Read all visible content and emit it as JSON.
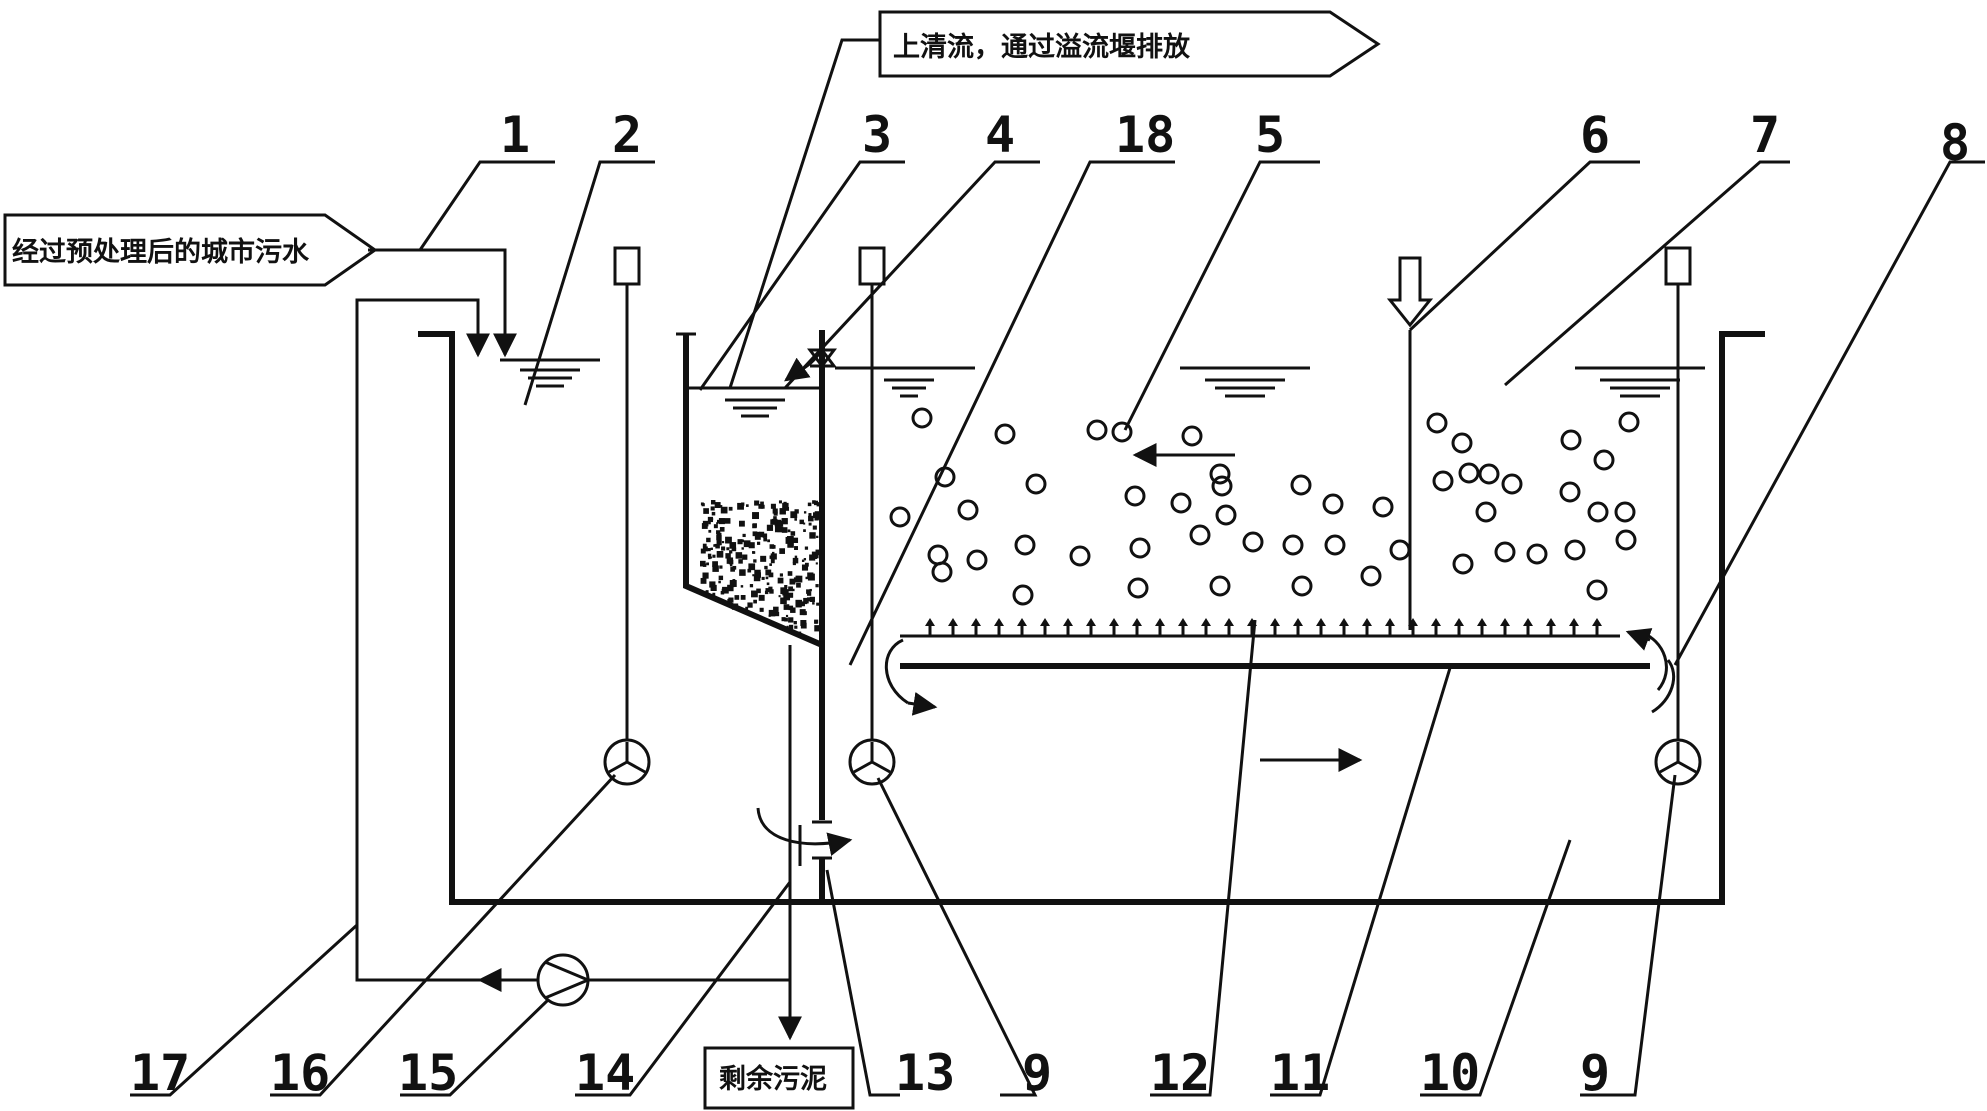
{
  "labels": {
    "inflow": "经过预处理后的城市污水",
    "overflow": "上清流，通过溢流堰排放",
    "sludge": "剩余污泥"
  },
  "numbers": {
    "n1": "1",
    "n2": "2",
    "n3": "3",
    "n4": "4",
    "n18": "18",
    "n5": "5",
    "n6": "6",
    "n7": "7",
    "n8": "8",
    "n17": "17",
    "n16": "16",
    "n15": "15",
    "n14": "14",
    "n13": "13",
    "n9a": "9",
    "n12": "12",
    "n11": "11",
    "n10": "10",
    "n9b": "9"
  },
  "colors": {
    "ink": "#111111",
    "paper": "#ffffff"
  }
}
